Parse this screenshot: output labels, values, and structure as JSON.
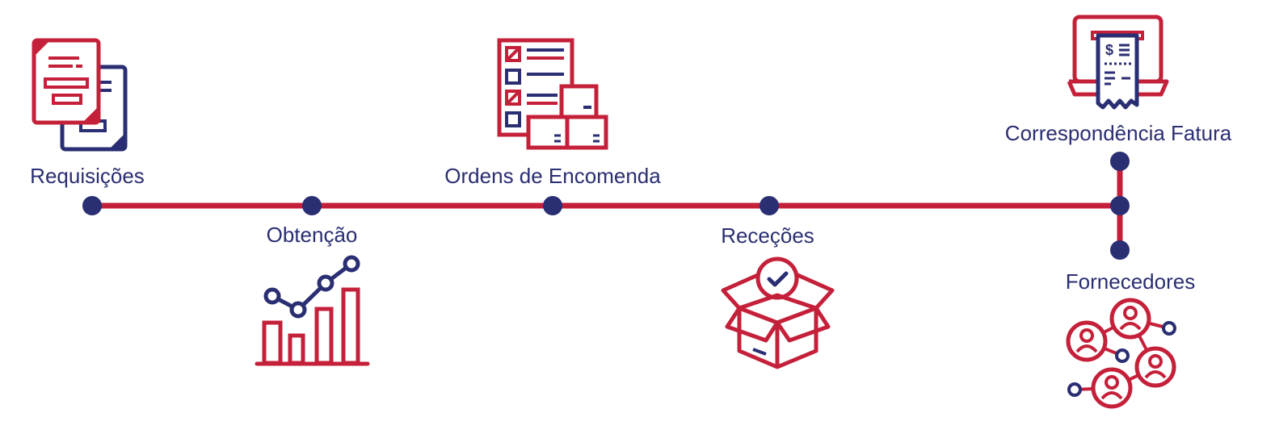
{
  "colors": {
    "navy": "#2a2e72",
    "red": "#c5203a",
    "background": "#ffffff"
  },
  "steps": [
    {
      "label": "Requisições",
      "icon": "documents-icon"
    },
    {
      "label": "Obtenção",
      "icon": "growth-chart-icon"
    },
    {
      "label": "Ordens de Encomenda",
      "icon": "checklist-boxes-icon"
    },
    {
      "label": "Receções",
      "icon": "open-box-check-icon"
    },
    {
      "label": "Correspondência Fatura",
      "icon": "laptop-receipt-icon"
    },
    {
      "label": "Fornecedores",
      "icon": "supplier-network-icon"
    }
  ]
}
